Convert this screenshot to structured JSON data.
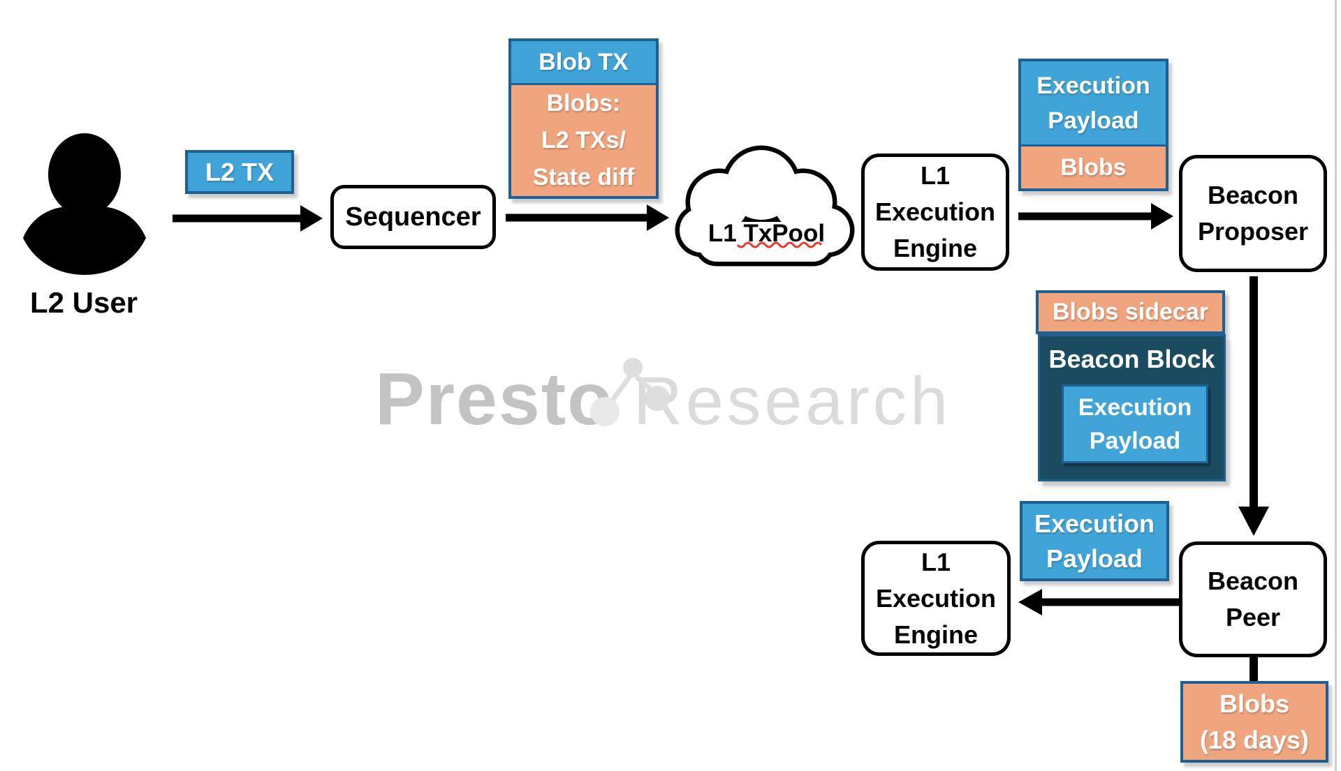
{
  "watermark": {
    "brand": "Presto",
    "suffix": "Research"
  },
  "colors": {
    "box_blue": "#41A4D8",
    "box_blue_border": "#1E5F94",
    "box_orange": "#F1A57E",
    "dark_teal": "#1B4C62",
    "arrow_black": "#000000",
    "spellcheck_red": "#E8392B",
    "watermark_bold": "#C3C3C3",
    "watermark_light": "#DBDBDB"
  },
  "nodes": {
    "l2_user": {
      "label": "L2 User"
    },
    "l2_tx": {
      "label": "L2 TX"
    },
    "sequencer": {
      "label": "Sequencer"
    },
    "blob_tx": {
      "header": "Blob TX",
      "lines": [
        "Blobs:",
        "L2 TXs/",
        "State diff"
      ]
    },
    "l1_txpool": {
      "label": "L1 TxPool"
    },
    "l1_execution_engine_top": {
      "lines": [
        "L1",
        "Execution",
        "Engine"
      ]
    },
    "execution_payload_top": {
      "payload_lines": [
        "Execution",
        "Payload"
      ],
      "blobs": "Blobs"
    },
    "beacon_proposer": {
      "lines": [
        "Beacon",
        "Proposer"
      ]
    },
    "blobs_sidecar": {
      "label": "Blobs sidecar"
    },
    "beacon_block": {
      "label": "Beacon Block",
      "payload_lines": [
        "Execution",
        "Payload"
      ]
    },
    "execution_payload_bottom": {
      "lines": [
        "Execution",
        "Payload"
      ]
    },
    "beacon_peer": {
      "lines": [
        "Beacon",
        "Peer"
      ]
    },
    "l1_execution_engine_bottom": {
      "lines": [
        "L1",
        "Execution",
        "Engine"
      ]
    },
    "blobs_retention": {
      "lines": [
        "Blobs",
        "(18 days)"
      ]
    }
  }
}
